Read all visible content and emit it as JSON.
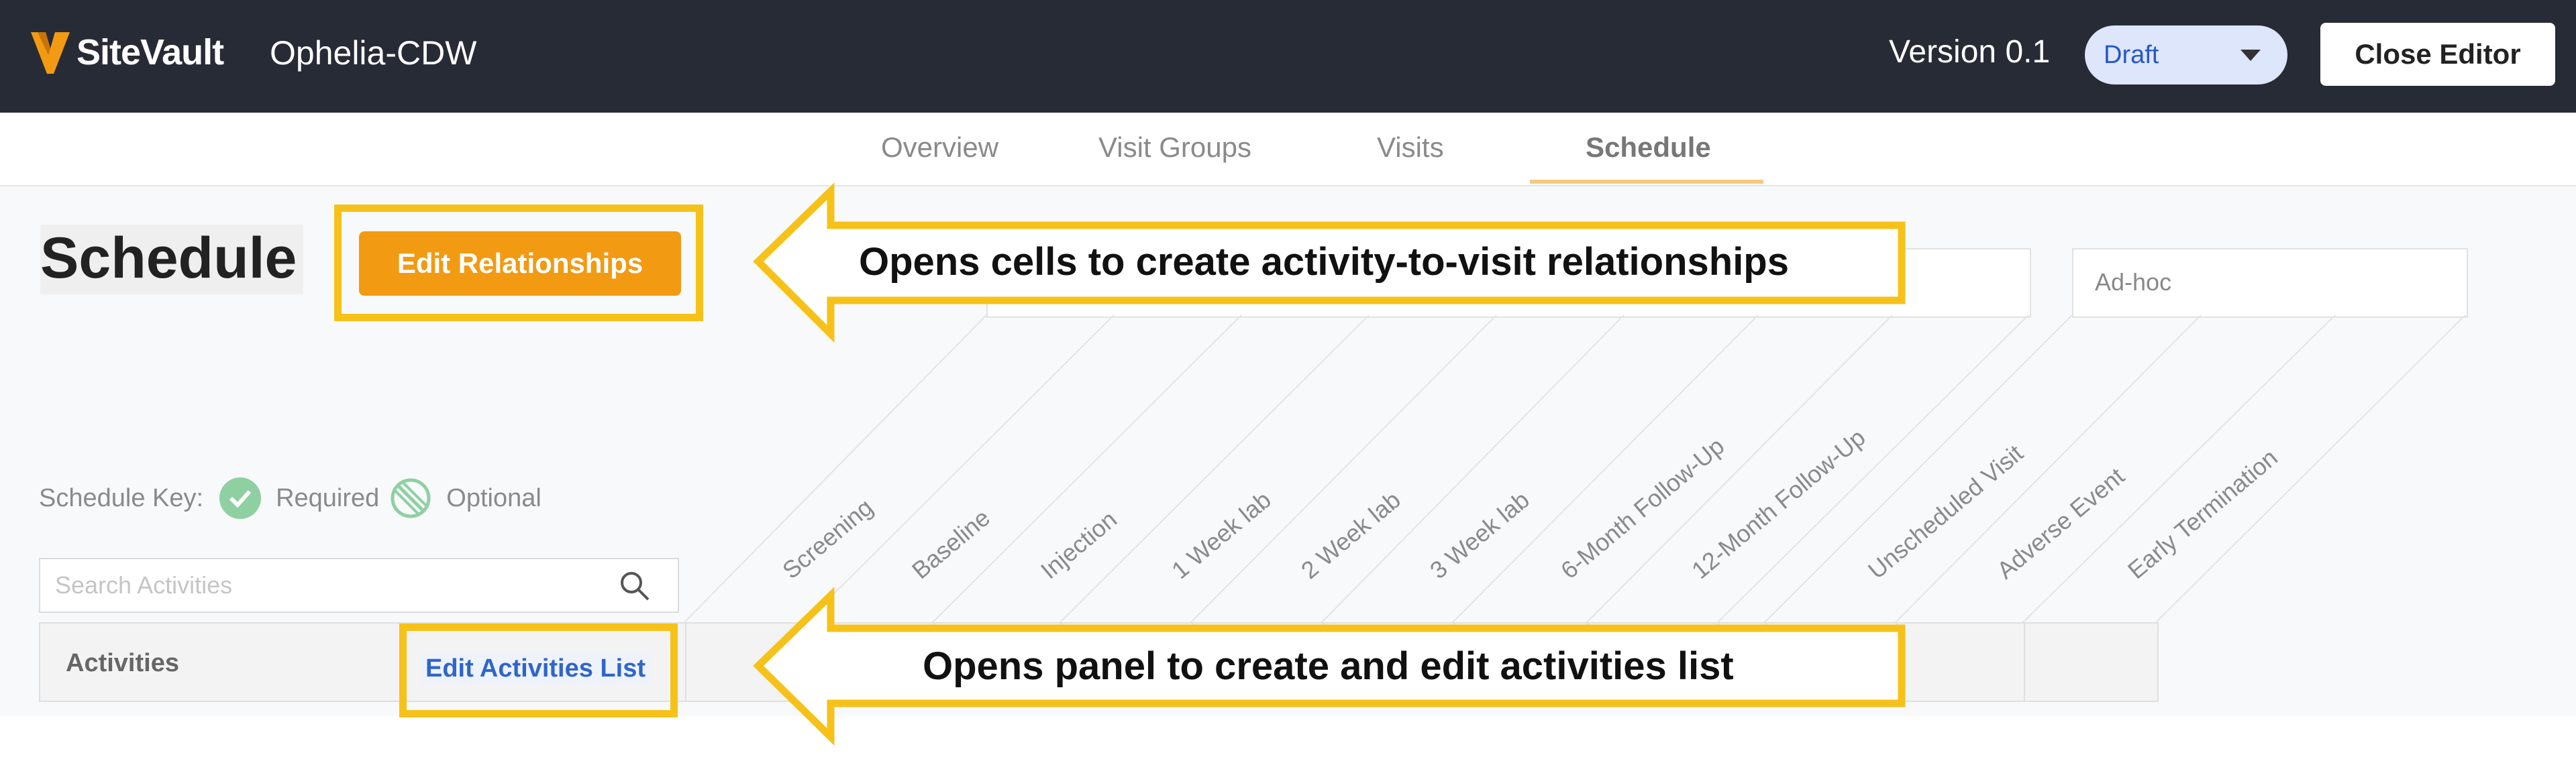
{
  "header": {
    "brand": "SiteVault",
    "app_name": "Ophelia-CDW",
    "version": "Version 0.1",
    "status": "Draft",
    "close_label": "Close Editor",
    "accent_color": "#f29a12"
  },
  "tabs": [
    {
      "label": "Overview"
    },
    {
      "label": "Visit Groups"
    },
    {
      "label": "Visits"
    },
    {
      "label": "Schedule",
      "active": true
    }
  ],
  "page": {
    "title": "Schedule",
    "edit_relationships_label": "Edit Relationships",
    "group_placeholder": "Ad-hoc",
    "schedule_key_label": "Schedule Key:",
    "required_label": "Required",
    "optional_label": "Optional",
    "search_placeholder": "Search Activities",
    "activities_header": "Activities",
    "edit_activities_label": "Edit Activities List",
    "visits": [
      "Screening",
      "Baseline",
      "Injection",
      "1 Week lab",
      "2 Week lab",
      "3 Week lab",
      "6-Month Follow-Up",
      "12-Month Follow-Up",
      "Unscheduled Visit",
      "Adverse Event",
      "Early Termination"
    ]
  },
  "annotations": {
    "callout_top": "Opens cells to create activity-to-visit relationships",
    "callout_bottom": "Opens panel to create and edit activities list",
    "highlight_color": "#f6c21a"
  },
  "icons": {
    "logo": "sitevault-v-logo",
    "search": "search-icon",
    "required": "check-circle-icon",
    "optional": "prohibited-circle-icon",
    "dropdown": "caret-down-icon"
  }
}
